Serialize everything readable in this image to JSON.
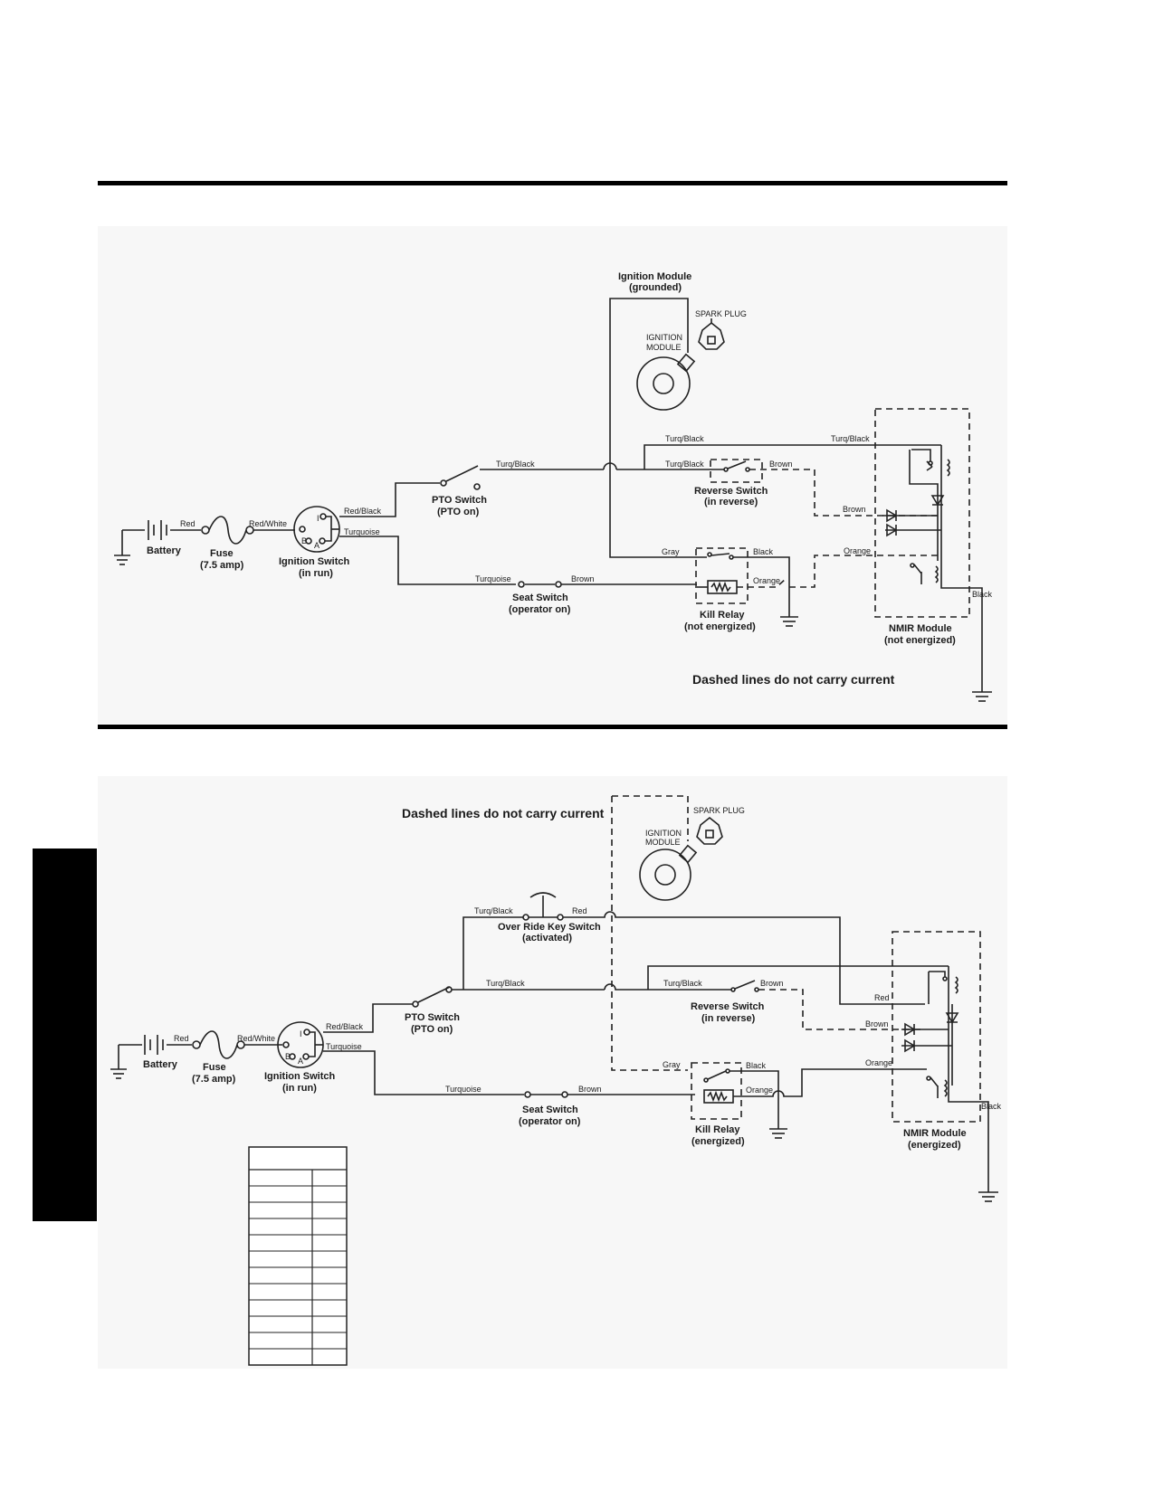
{
  "diagram1": {
    "ignition_module_title": "Ignition Module",
    "ignition_module_sub": "(grounded)",
    "spark_plug": "SPARK PLUG",
    "ign_module_l1": "IGNITION",
    "ign_module_l2": "MODULE",
    "battery": "Battery",
    "fuse": "Fuse",
    "fuse_rating": "(7.5 amp)",
    "ign_switch": "Ignition Switch",
    "ign_switch_state": "(in run)",
    "pto_switch": "PTO Switch",
    "pto_state": "(PTO on)",
    "reverse_switch": "Reverse Switch",
    "reverse_state": "(in reverse)",
    "seat_switch": "Seat Switch",
    "seat_state": "(operator on)",
    "kill_relay": "Kill Relay",
    "kill_state": "(not energized)",
    "nmir": "NMIR Module",
    "nmir_state": "(not energized)",
    "note": "Dashed lines do not carry current",
    "wires": {
      "red": "Red",
      "red_white": "Red/White",
      "red_black": "Red/Black",
      "turquoise": "Turquoise",
      "turq_black": "Turq/Black",
      "turquoise2": "Turquoise",
      "brown": "Brown",
      "gray": "Gray",
      "black": "Black",
      "orange": "Orange",
      "term_i": "I",
      "term_b": "B",
      "term_a": "A"
    }
  },
  "diagram2": {
    "note": "Dashed lines do not carry current",
    "spark_plug": "SPARK PLUG",
    "ign_module_l1": "IGNITION",
    "ign_module_l2": "MODULE",
    "override": "Over Ride Key Switch",
    "override_state": "(activated)",
    "battery": "Battery",
    "fuse": "Fuse",
    "fuse_rating": "(7.5 amp)",
    "ign_switch": "Ignition Switch",
    "ign_switch_state": "(in run)",
    "pto_switch": "PTO Switch",
    "pto_state": "(PTO on)",
    "reverse_switch": "Reverse Switch",
    "reverse_state": "(in reverse)",
    "seat_switch": "Seat Switch",
    "seat_state": "(operator on)",
    "kill_relay": "Kill Relay",
    "kill_state": "(energized)",
    "nmir": "NMIR Module",
    "nmir_state": "(energized)",
    "wires": {
      "red": "Red",
      "red_white": "Red/White",
      "red_black": "Red/Black",
      "turquoise": "Turquoise",
      "turq_black": "Turq/Black",
      "brown": "Brown",
      "gray": "Gray",
      "black": "Black",
      "orange": "Orange",
      "term_i": "I",
      "term_b": "B",
      "term_a": "A"
    }
  }
}
